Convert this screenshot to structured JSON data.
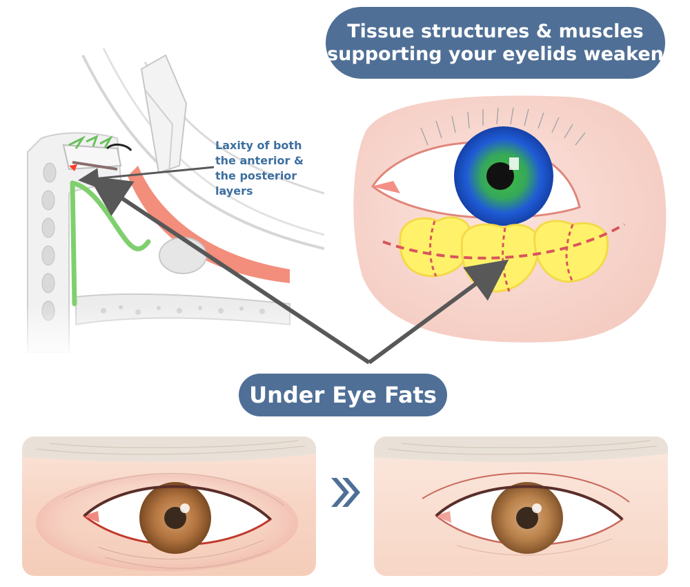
{
  "title_lines": [
    "Tissue structures & muscles",
    "supporting your eyelids weaken"
  ],
  "laxity_lines": [
    "Laxity of both",
    "the anterior &",
    "the posterior",
    "layers"
  ],
  "fats_label": "Under Eye Fats",
  "colors": {
    "pill": "#4f6f96",
    "arrow": "#585858",
    "fat": "#fff26a",
    "muscle": "#f07a64",
    "septum": "#7fd06d",
    "iris_blue": "#1f5bd6",
    "iris_brown": "#a86a35",
    "skin": "#f4cfc5"
  }
}
